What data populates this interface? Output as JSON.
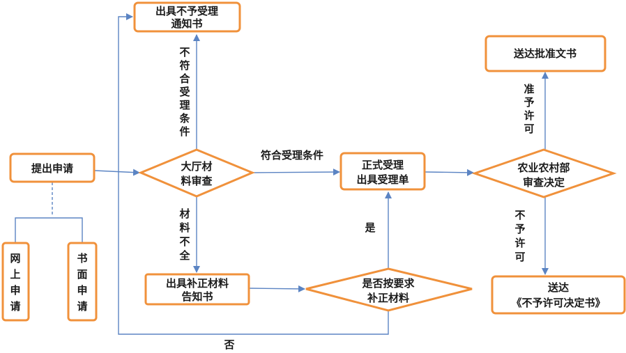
{
  "nodes": {
    "apply": "提出申请",
    "online": [
      "网",
      "上",
      "申",
      "请"
    ],
    "paper": [
      "书",
      "面",
      "申",
      "请"
    ],
    "hall_review": [
      "大厅材",
      "料审查"
    ],
    "reject_notice": [
      "出具不予受理",
      "通知书"
    ],
    "supplement_notice": [
      "出具补正材料",
      "告知书"
    ],
    "supplement_check": [
      "是否按要求",
      "补正材料"
    ],
    "formal_accept": [
      "正式受理",
      "出具受理单"
    ],
    "ministry_review": [
      "农业农村部",
      "审查决定"
    ],
    "deliver_approval": "送达批准文书",
    "deliver_denial": [
      "送达",
      "《不予许可决定书》"
    ]
  },
  "edges": {
    "not_qualified": [
      "不",
      "符",
      "合",
      "受",
      "理",
      "条",
      "件"
    ],
    "qualified": "符合受理条件",
    "incomplete": [
      "材",
      "料",
      "不",
      "全"
    ],
    "yes": "是",
    "no": "否",
    "approve": [
      "准",
      "予",
      "许",
      "可"
    ],
    "deny": [
      "不",
      "予",
      "许",
      "可"
    ]
  },
  "colors": {
    "box_border": "#f0913b",
    "arrow": "#5b84c3"
  }
}
